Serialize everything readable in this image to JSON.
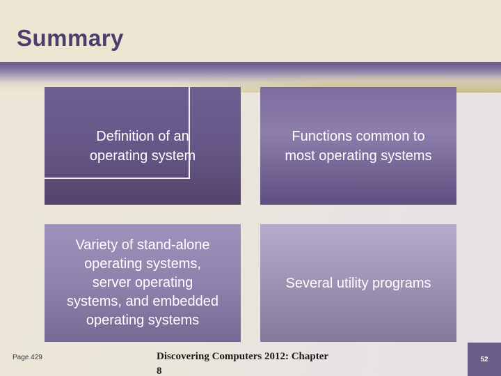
{
  "slide": {
    "title": "Summary",
    "boxes": [
      {
        "name": "definition-of-an-operating-system",
        "lines": [
          "Definition of an",
          "operating system"
        ]
      },
      {
        "name": "functions-common-to-most-operating-systems",
        "lines": [
          "Functions common to",
          "most operating systems"
        ]
      },
      {
        "name": "variety-of-operating-systems",
        "lines": [
          "Variety of stand-alone",
          "operating systems,",
          "server operating",
          "systems, and embedded",
          "operating systems"
        ]
      },
      {
        "name": "several-utility-programs",
        "lines": [
          "Several utility programs"
        ]
      }
    ],
    "footer": {
      "page_ref": "Page 429",
      "course_lines": [
        "Discovering Computers 2012: Chapter",
        "8"
      ],
      "slide_number": "52"
    },
    "colors": {
      "title_text": "#4b3d6e",
      "band_purple": "#67598b",
      "band_gold": "#c5ba8c",
      "background_cream": "#ebe5d1",
      "background_gray": "#e6e2e5",
      "box1_top": "#6d5f91",
      "box1_bottom": "#544369",
      "box2_top": "#7c6c9e",
      "box2_bottom": "#5f4f80",
      "box3_top": "#9e92bc",
      "box3_bottom": "#756994",
      "box4_top": "#b5abca",
      "box4_bottom": "#837a9a",
      "box_text": "#ffffff",
      "slide_number_bg": "#685e87",
      "footer_text": "#1d191c"
    }
  }
}
